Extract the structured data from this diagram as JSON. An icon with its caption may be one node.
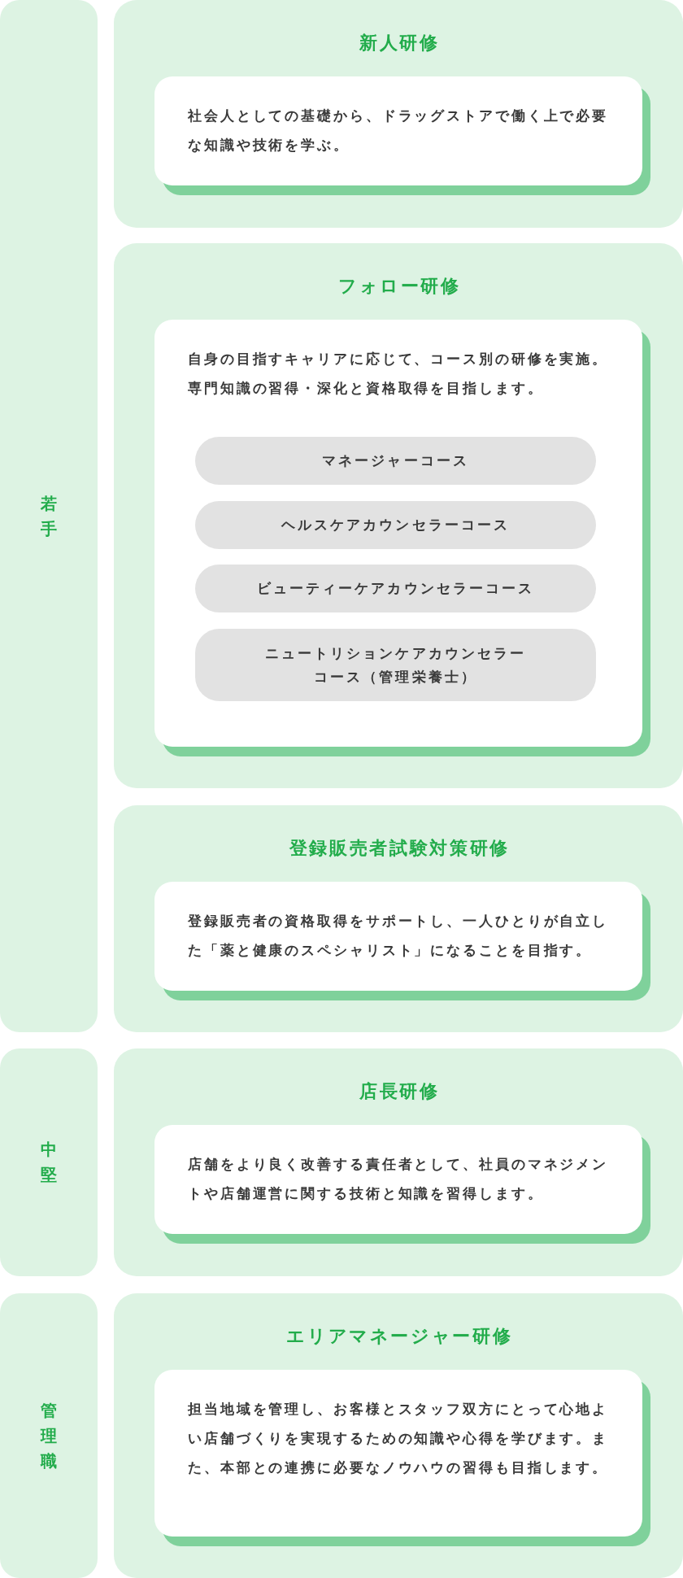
{
  "diagram": {
    "nodes": [
      {
        "text": [
          "若手"
        ]
      },
      {
        "text": [
          "新人研修"
        ]
      },
      {
        "text": [
          "社会人としての基礎から、ドラッグストアで働く上で必要な知識や技術を学ぶ。"
        ],
        "in": 1
      },
      {
        "text": [
          "フォロー研修"
        ]
      },
      {
        "text": [
          "自身の目指すキャリアに応じて、コース別の研修を実施。専門知識の習得・深化と資格取得を目指します。"
        ],
        "in": 3
      },
      {
        "text": [
          "マネージャーコース"
        ],
        "in": 4
      },
      {
        "text": [
          "ヘルスケアカウンセラーコース"
        ],
        "in": 4
      },
      {
        "text": [
          "ビューティーケアカウンセラーコース"
        ],
        "in": 4
      },
      {
        "text": [
          "ニュートリションケアカウンセラーコース（管理栄養士）"
        ],
        "in": 4
      },
      {
        "text": [
          "登録販売者試験対策研修"
        ]
      },
      {
        "text": [
          "登録販売者の資格取得をサポートし、一人ひとりが自立した「薬と健康のスペシャリスト」になることを目指す。"
        ],
        "in": 9
      },
      {
        "text": [
          "中堅"
        ]
      },
      {
        "text": [
          "店長研修"
        ]
      },
      {
        "text": [
          "店舗をより良く改善する責任者として、社員のマネジメントや店舗運営に関する技術と知識を習得します。"
        ],
        "in": 12
      },
      {
        "text": [
          "管理職"
        ]
      },
      {
        "text": [
          "エリアマネージャー研修"
        ]
      },
      {
        "text": [
          "担当地域を管理し、お客様とスタッフ双方にとって心地よい店舗づくりを実現するための知識や心得を学びます。また、本部との連携に必要なノウハウの習得も目指します。"
        ],
        "in": 15
      }
    ]
  }
}
